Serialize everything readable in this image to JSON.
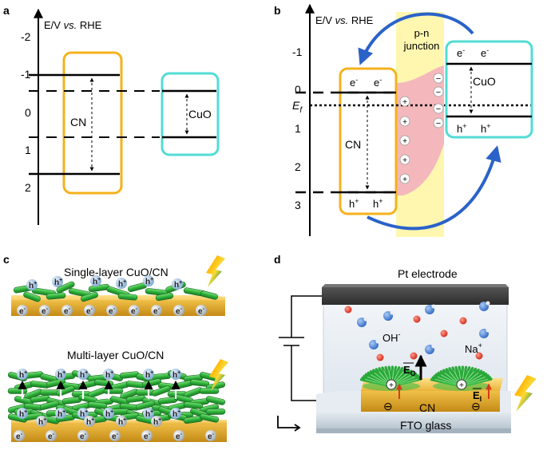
{
  "panels": {
    "a": {
      "letter": "a",
      "axis_prefix": "E/V ",
      "axis_italic": "vs.",
      "axis_suffix": " RHE",
      "ticks": [
        "-2",
        "-1",
        "0",
        "1",
        "2"
      ],
      "cn_label": "CN",
      "cuo_label": "CuO",
      "cn_color": "#f5b21c",
      "cuo_color": "#52dcd4"
    },
    "b": {
      "letter": "b",
      "axis_prefix": "E/V ",
      "axis_italic": "vs.",
      "axis_suffix": " RHE",
      "ticks": [
        "-1",
        "0",
        "1",
        "2",
        "3"
      ],
      "fermi_main": "E",
      "fermi_sub": "f",
      "junction_line1": "p-n",
      "junction_line2": "junction",
      "electron": "e",
      "electron_sup": "-",
      "hole": "h",
      "hole_sup": "+",
      "cn_label": "CN",
      "cuo_label": "CuO",
      "junction_color": "#fff7b0",
      "depletion_color": "#f4b8bc",
      "arrow_color": "#2a62c9"
    },
    "c": {
      "letter": "c",
      "single_title": "Single-layer CuO/CN",
      "multi_title": "Multi-layer CuO/CN",
      "hole_symbol": "h",
      "hole_sup": "+",
      "electron_symbol": "e",
      "electron_sup": "-",
      "rod_color": "#34b83a",
      "base_color": "#f2c14e"
    },
    "d": {
      "letter": "d",
      "pt_label": "Pt electrode",
      "oh_label": "OH",
      "oh_sup": "-",
      "na_label": "Na",
      "na_sup": "+",
      "cn_label": "CN",
      "fto_label": "FTO glass",
      "e0_main": "E",
      "e0_sub": "O",
      "e1_main": "E",
      "e1_sub": "I"
    }
  }
}
